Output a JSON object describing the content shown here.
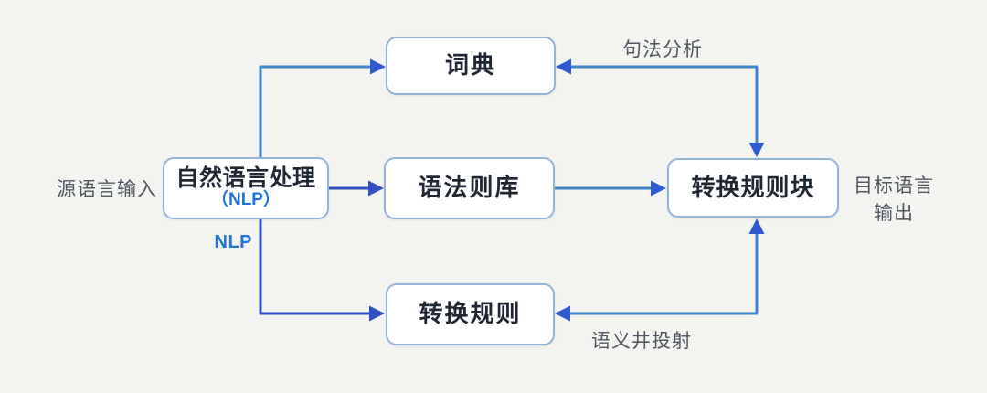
{
  "diagram": {
    "title_hint": "NLP rule-based translation flow diagram",
    "colors": {
      "background": "#f3f3ef",
      "box_border": "#95b4d8",
      "box_fill": "#ffffff",
      "box_text": "#1f2733",
      "label_text": "#4f5761",
      "accent_blue": "#2273d8",
      "line_steel": "#3a86c8",
      "line_royal": "#2e50c2",
      "arrowhead": "#2f5bd0"
    },
    "nodes": {
      "dictionary": {
        "label": "词典"
      },
      "nlp": {
        "label": "自然语言处理",
        "sublabel": "（NLP）"
      },
      "grammar_rules": {
        "label": "语法则库"
      },
      "transform_block": {
        "label": "转换规则块"
      },
      "transform_rules": {
        "label": "转换规则"
      }
    },
    "edge_labels": {
      "syntax_analysis": "句法分析",
      "semantic_projection": "语义井投射",
      "nlp_process": "NLP"
    },
    "side_labels": {
      "source_input": "源语言输入",
      "target_output_line1": "目标语言",
      "target_output_line2": "输出"
    }
  }
}
